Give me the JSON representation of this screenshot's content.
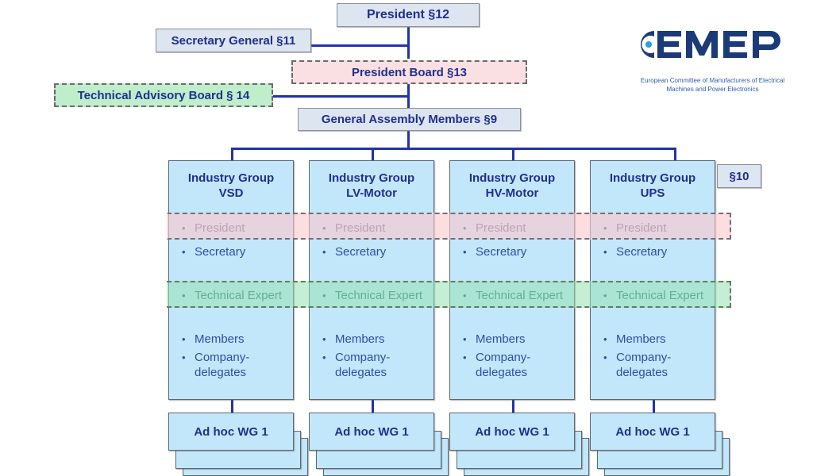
{
  "logo": {
    "name": "CEMEP",
    "tagline_line1": "European Committee of Manufacturers of Electrical",
    "tagline_line2": "Machines and Power Electronics",
    "brand_color": "#1b3a78"
  },
  "top_nodes": {
    "president": "President  §12",
    "secretary_general": "Secretary General §11",
    "president_board": "President Board §13",
    "technical_advisory_board": "Technical Advisory Board § 14",
    "general_assembly": "General Assembly Members §9",
    "section_ten": "§10"
  },
  "colors": {
    "box_grey": "#dde5f1",
    "box_blue": "#c3e7fa",
    "band_pink": "#fbe0e3",
    "band_green": "#bfeecb",
    "connector": "#2233a8",
    "text_blue": "#1f2f8f"
  },
  "industry_groups": [
    {
      "title_line1": "Industry Group",
      "title_line2": "VSD",
      "president": "President",
      "secretary": "Secretary",
      "technical_expert": "Technical Expert",
      "members": "Members",
      "delegates_line1": "Company-",
      "delegates_line2": "delegates",
      "wg": "Ad hoc WG 1"
    },
    {
      "title_line1": "Industry Group",
      "title_line2": "LV-Motor",
      "president": "President",
      "secretary": "Secretary",
      "technical_expert": "Technical Expert",
      "members": "Members",
      "delegates_line1": "Company-",
      "delegates_line2": "delegates",
      "wg": "Ad hoc WG 1"
    },
    {
      "title_line1": "Industry Group",
      "title_line2": "HV-Motor",
      "president": "President",
      "secretary": "Secretary",
      "technical_expert": "Technical Expert",
      "members": "Members",
      "delegates_line1": "Company-",
      "delegates_line2": "delegates",
      "wg": "Ad hoc WG 1"
    },
    {
      "title_line1": "Industry Group",
      "title_line2": "UPS",
      "president": "President",
      "secretary": "Secretary",
      "technical_expert": "Technical Expert",
      "members": "Members",
      "delegates_line1": "Company-",
      "delegates_line2": "delegates",
      "wg": "Ad hoc WG 1"
    }
  ]
}
